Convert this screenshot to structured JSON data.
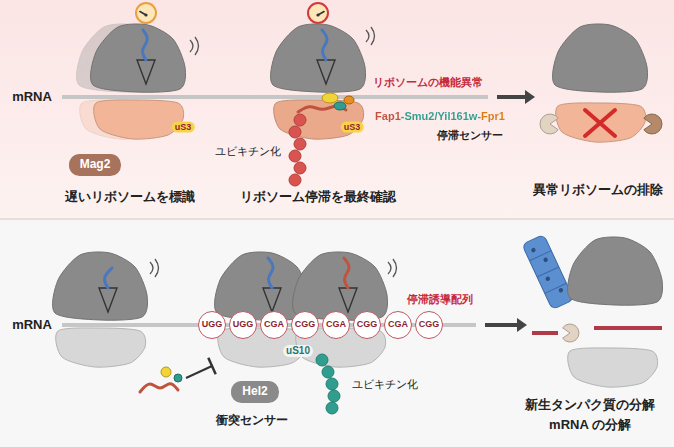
{
  "diagram": {
    "nodes": [
      {
        "text": [
          "Mag2"
        ]
      },
      {
        "text": [
          "UGG"
        ]
      },
      {
        "text": [
          "UGG"
        ]
      },
      {
        "text": [
          "CGA"
        ]
      },
      {
        "text": [
          "CGG"
        ]
      },
      {
        "text": [
          "CGA"
        ]
      },
      {
        "text": [
          "CGG"
        ]
      },
      {
        "text": [
          "CGA"
        ]
      },
      {
        "text": [
          "CGG"
        ]
      },
      {
        "text": [
          "Hel2"
        ]
      }
    ],
    "labels": [
      "mRNA",
      "uS3",
      "遅いリボソームを標識",
      "uS3",
      "リボソームの機能異常",
      "ユビキチン化",
      "Fap1-Smu2/Yil161w-Fpr1",
      "停滞センサー",
      "リボソーム停滞を最終確認",
      "異常リボソームの排除",
      "mRNA",
      "停滞誘導配列",
      "uS10",
      "ユビキチン化",
      "衝突センサー",
      "新生タンパク質の分解",
      "mRNA の分解"
    ]
  }
}
